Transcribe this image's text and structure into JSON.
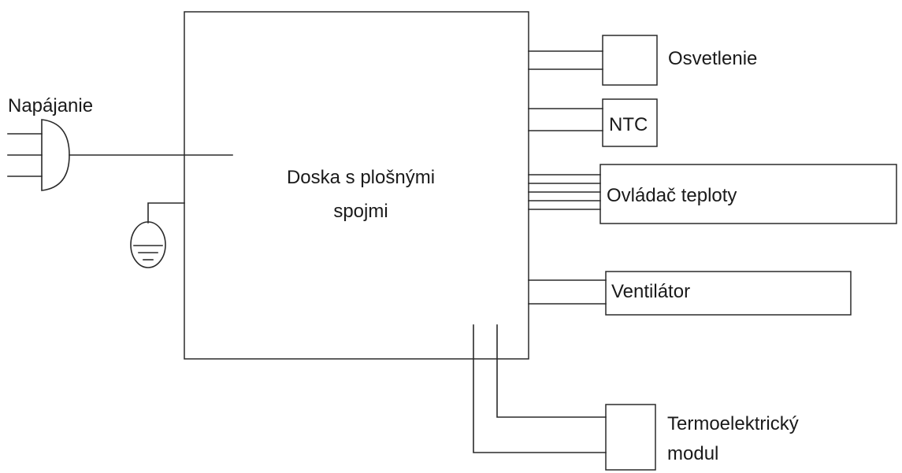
{
  "labels": {
    "power": "Napájanie",
    "pcb_line1": "Doska s plošnými",
    "pcb_line2": "spojmi",
    "lighting": "Osvetlenie",
    "ntc": "NTC",
    "temp_controller": "Ovládač teploty",
    "fan": "Ventilátor",
    "tec_line1": "Termoelektrický",
    "tec_line2": "modul"
  }
}
